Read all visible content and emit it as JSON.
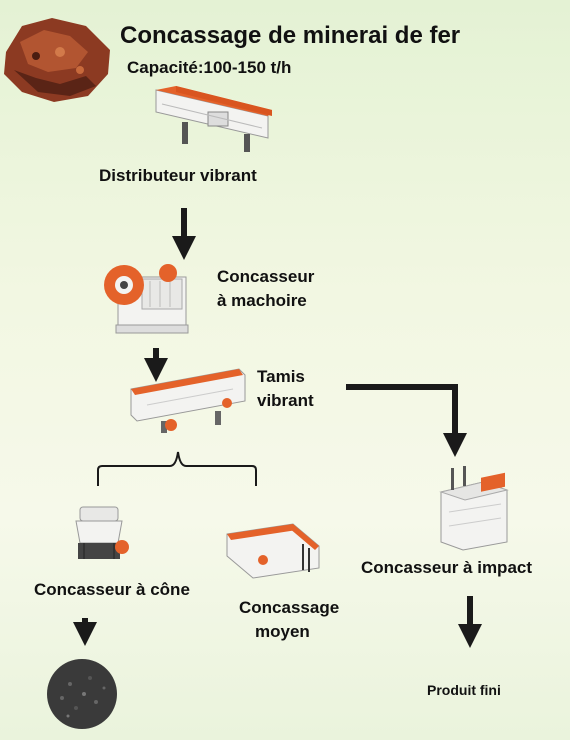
{
  "title": "Concassage de minerai de fer",
  "capacity": "Capacité:100-150 t/h",
  "nodes": {
    "distributeur": "Distributeur vibrant",
    "machoire": [
      "Concasseur",
      "à machoire"
    ],
    "tamis": [
      "Tamis",
      "vibrant"
    ],
    "cone": "Concasseur à cône",
    "moyen": [
      "Concassage",
      "moyen"
    ],
    "impact": "Concasseur à impact",
    "produit": "Produit fini"
  },
  "colors": {
    "machine_body": "#f3f3f1",
    "machine_accent": "#e4622a",
    "ore": "#8c3a22",
    "arrow": "#1a1a1a",
    "product": "#3a3a3a"
  }
}
